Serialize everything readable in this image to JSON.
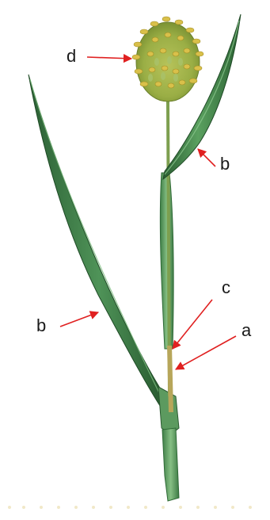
{
  "labels": {
    "d": "d",
    "b_right": "b",
    "c": "c",
    "a": "a",
    "b_left": "b"
  },
  "colors": {
    "leaf_dark": "#2f6b3a",
    "leaf_mid": "#4e9256",
    "leaf_light": "#8cc28a",
    "stem": "#6f9a4e",
    "head_yellow": "#d8c24a",
    "head_green": "#9fb24a",
    "arrow": "#e02020"
  }
}
